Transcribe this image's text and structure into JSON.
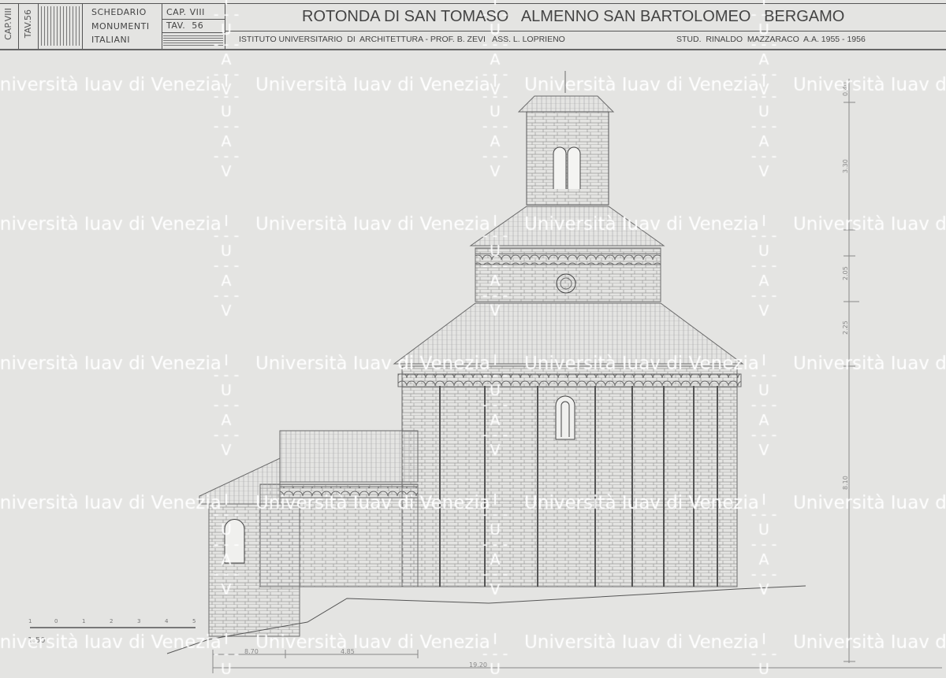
{
  "title_block": {
    "side_cap": "CAP.VIII",
    "side_tav": "TAV.56",
    "catalog": [
      "SCHEDARIO",
      "MONUMENTI",
      "ITALIANI"
    ],
    "cap": "CAP. VIII",
    "tav": "TAV.  56",
    "title": "ROTONDA DI SAN TOMASO   ALMENNO SAN BARTOLOMEO   BERGAMO",
    "institute": "ISTITUTO UNIVERSITARIO  DI  ARCHITETTURA - PROF. B. ZEVI   ASS. L. LOPRIENO",
    "student": "STUD.  RINALDO  MAZZARACO  A.A. 1955 - 1956"
  },
  "scale": {
    "label": "1:50",
    "ticks": [
      "1",
      "0",
      "1",
      "2",
      "3",
      "4",
      "5"
    ]
  },
  "dimensions": {
    "bottom": [
      "8.70",
      "4.85",
      "19.20"
    ],
    "vertical": [
      "0.40",
      "3.30",
      "2.05",
      "2.25",
      "8.10"
    ]
  },
  "watermark": {
    "text": "Università Iuav di Venezia",
    "letters": [
      "I",
      "U",
      "A",
      "V"
    ]
  }
}
